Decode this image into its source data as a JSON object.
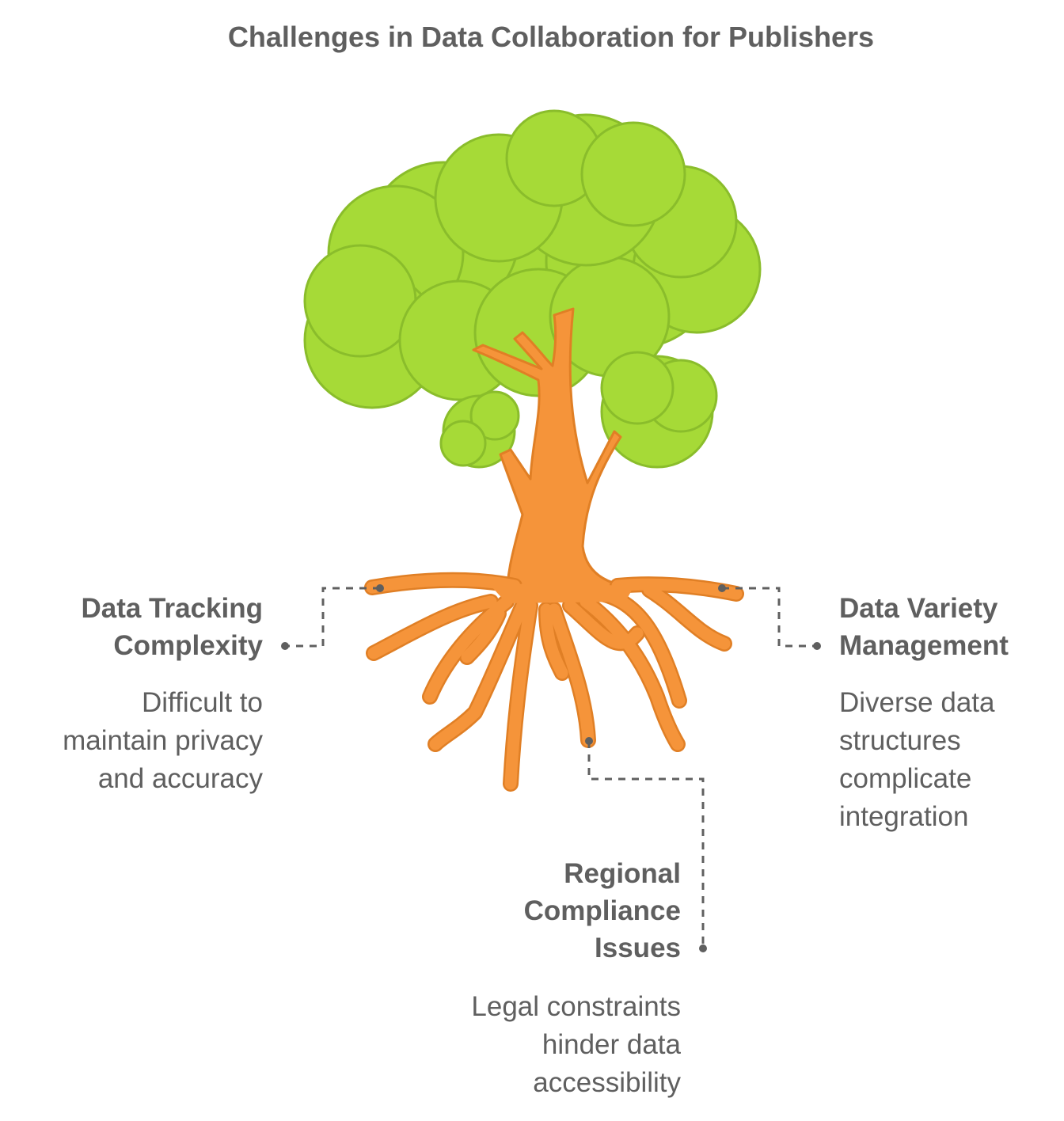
{
  "title": "Challenges in Data Collaboration for Publishers",
  "colors": {
    "foliage_fill": "#a6da37",
    "foliage_stroke": "#8abd2b",
    "trunk_fill": "#f5943a",
    "trunk_stroke": "#e07f25",
    "text": "#5f5f5f",
    "connector": "#5f5f5f"
  },
  "items": [
    {
      "id": "data-tracking",
      "title_line1": "Data Tracking",
      "title_line2": "Complexity",
      "desc_line1": "Difficult to",
      "desc_line2": "maintain privacy",
      "desc_line3": "and accuracy"
    },
    {
      "id": "data-variety",
      "title_line1": "Data Variety",
      "title_line2": "Management",
      "desc_line1": "Diverse data",
      "desc_line2": "structures",
      "desc_line3": "complicate",
      "desc_line4": "integration"
    },
    {
      "id": "regional-compliance",
      "title_line1": "Regional",
      "title_line2": "Compliance",
      "title_line3": "Issues",
      "desc_line1": "Legal constraints",
      "desc_line2": "hinder data",
      "desc_line3": "accessibility"
    }
  ]
}
